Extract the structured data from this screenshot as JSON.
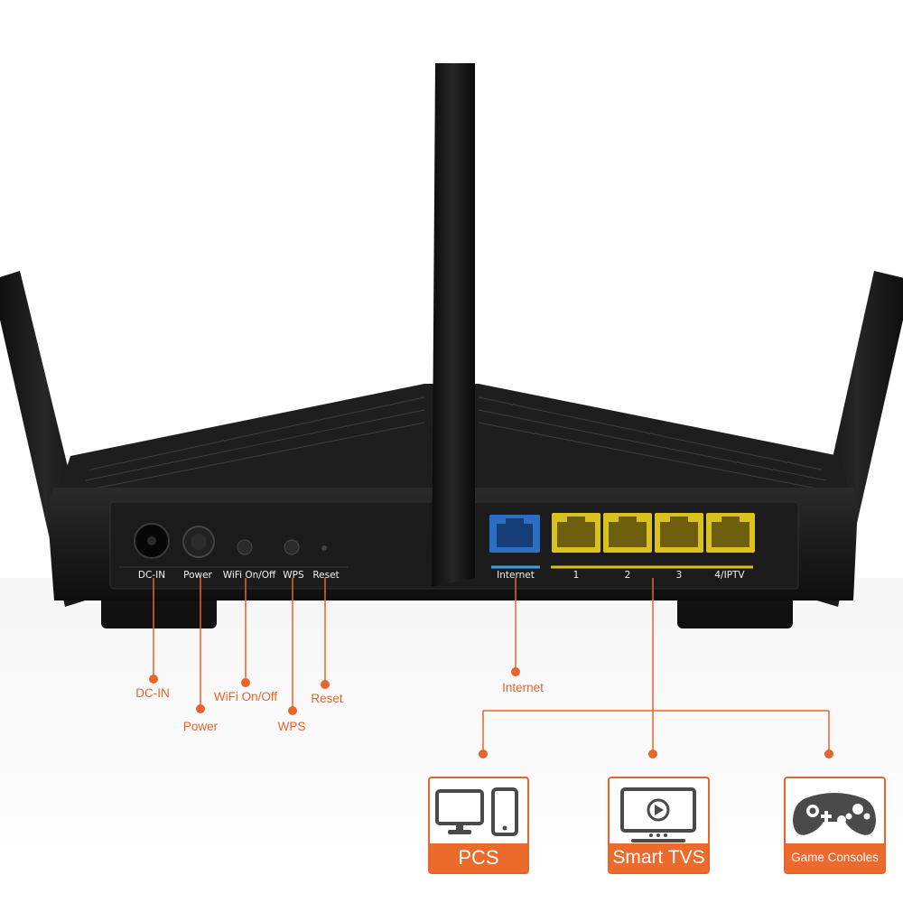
{
  "router": {
    "port_labels": {
      "dc_in": "DC-IN",
      "power": "Power",
      "wifi": "WiFi On/Off",
      "wps": "WPS",
      "reset": "Reset",
      "internet": "Internet",
      "lan1": "1",
      "lan2": "2",
      "lan3": "3",
      "lan4": "4/IPTV"
    }
  },
  "callouts": {
    "dc_in": "DC-IN",
    "power": "Power",
    "wifi": "WiFi On/Off",
    "wps": "WPS",
    "reset": "Reset",
    "internet": "Internet"
  },
  "devices": {
    "pcs": "PCS",
    "smart_tvs": "Smart TVS",
    "game_consoles": "Game Consoles"
  },
  "colors": {
    "accent": "#e8642a",
    "wan_port": "#2a6fc4",
    "lan_port": "#d9c21c",
    "router_body": "#161616"
  }
}
